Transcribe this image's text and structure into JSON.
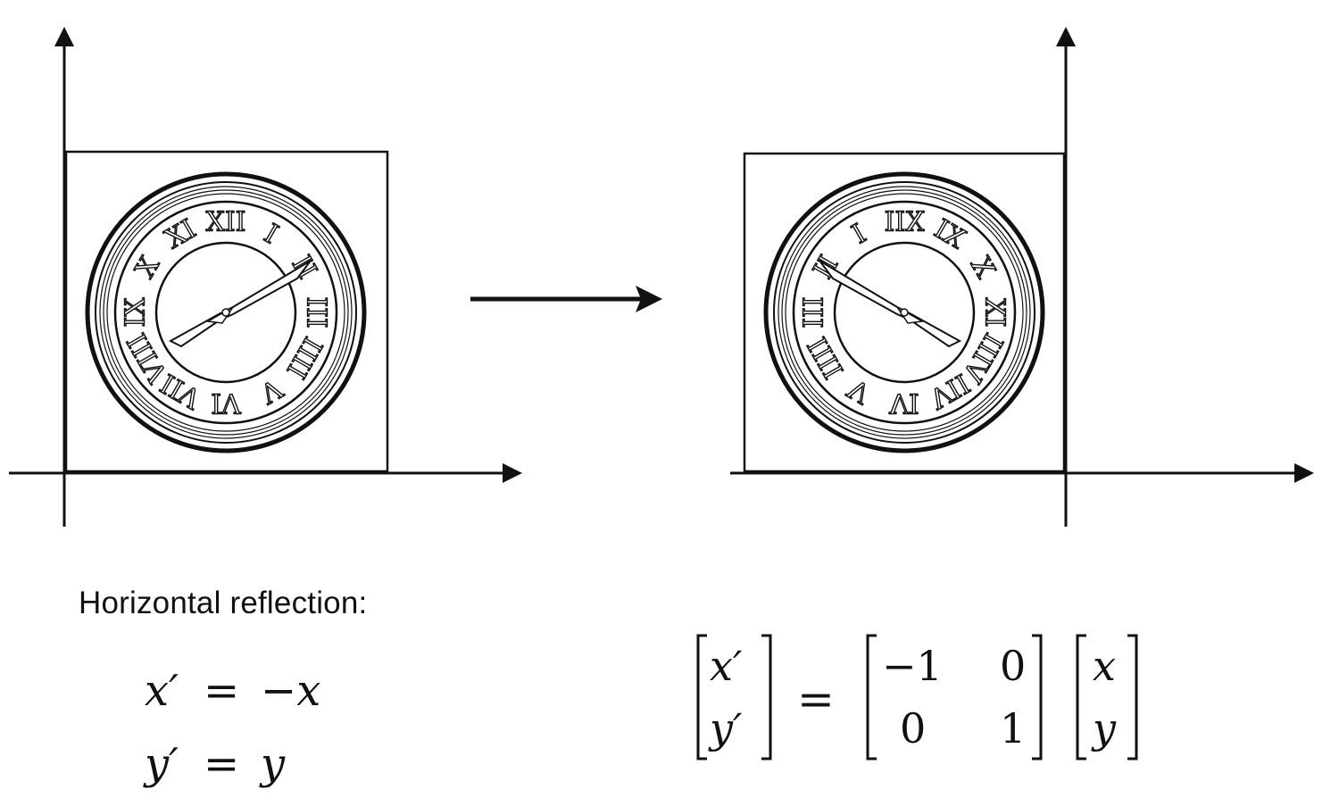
{
  "caption": "Horizontal reflection:",
  "equations": {
    "line1": {
      "lhs": "x′",
      "op": "=",
      "rhs": "−x"
    },
    "line2": {
      "lhs": "y′",
      "op": "=",
      "rhs": "y"
    }
  },
  "matrix_equation": {
    "result_vector": [
      "x′",
      "y′"
    ],
    "equals": "=",
    "matrix": [
      [
        "−1",
        "0"
      ],
      [
        "0",
        "1"
      ]
    ],
    "input_vector": [
      "x",
      "y"
    ]
  },
  "clock_numerals": [
    "XII",
    "I",
    "II",
    "III",
    "IIII",
    "V",
    "VI",
    "VII",
    "VIII",
    "IX",
    "X",
    "XI"
  ]
}
